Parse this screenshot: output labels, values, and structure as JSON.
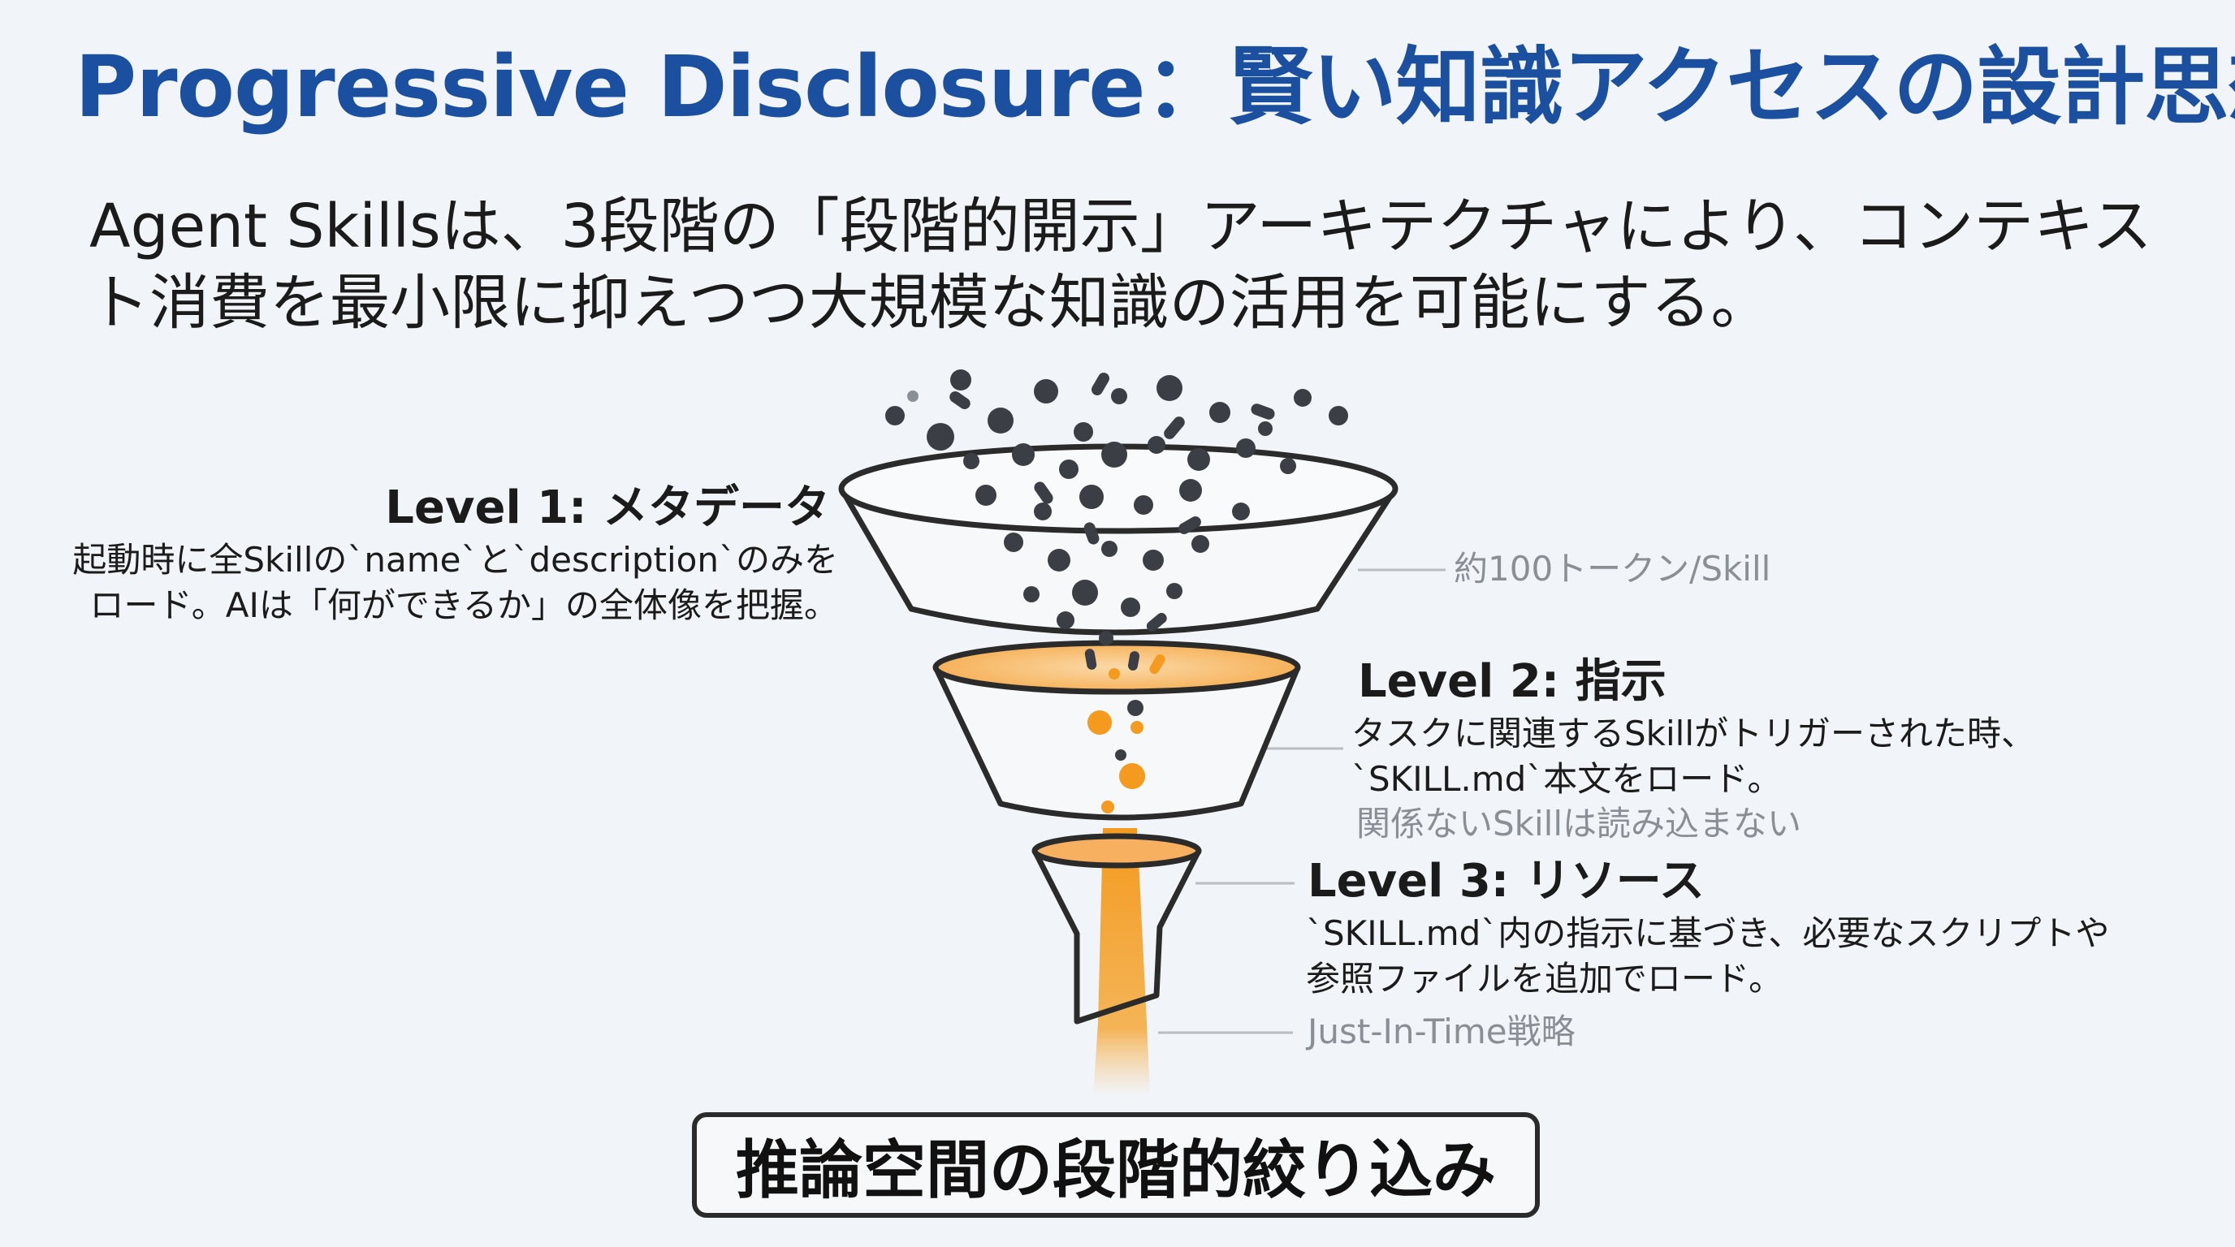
{
  "header": {
    "title": "Progressive Disclosure：賢い知識アクセスの設計思想",
    "subtitle": "Agent Skillsは、3段階の「段階的開示」アーキテクチャにより、コンテキスト消費を最小限に抑えつつ大規模な知識の活用を可能にする。"
  },
  "levels": [
    {
      "heading": "Level 1: メタデータ",
      "lines": [
        "起動時に全Skillの`name`と`description`のみを",
        "ロード。AIは「何ができるか」の全体像を把握。"
      ],
      "note": "約100トークン/Skill"
    },
    {
      "heading": "Level 2: 指示",
      "lines": [
        "タスクに関連するSkillがトリガーされた時、",
        "`SKILL.md`本文をロード。"
      ],
      "note": "関係ないSkillは読み込まない"
    },
    {
      "heading": "Level 3: リソース",
      "lines": [
        "`SKILL.md`内の指示に基づき、必要なスクリプトや",
        "参照ファイルを追加でロード。"
      ],
      "note": "Just-In-Time戦略"
    }
  ],
  "footer": {
    "label": "推論空間の段階的絞り込み"
  },
  "colors": {
    "title": "#1b4fa0",
    "accent": "#f39a1f",
    "particle": "#3b3f45",
    "outline": "#2b2b2b"
  }
}
